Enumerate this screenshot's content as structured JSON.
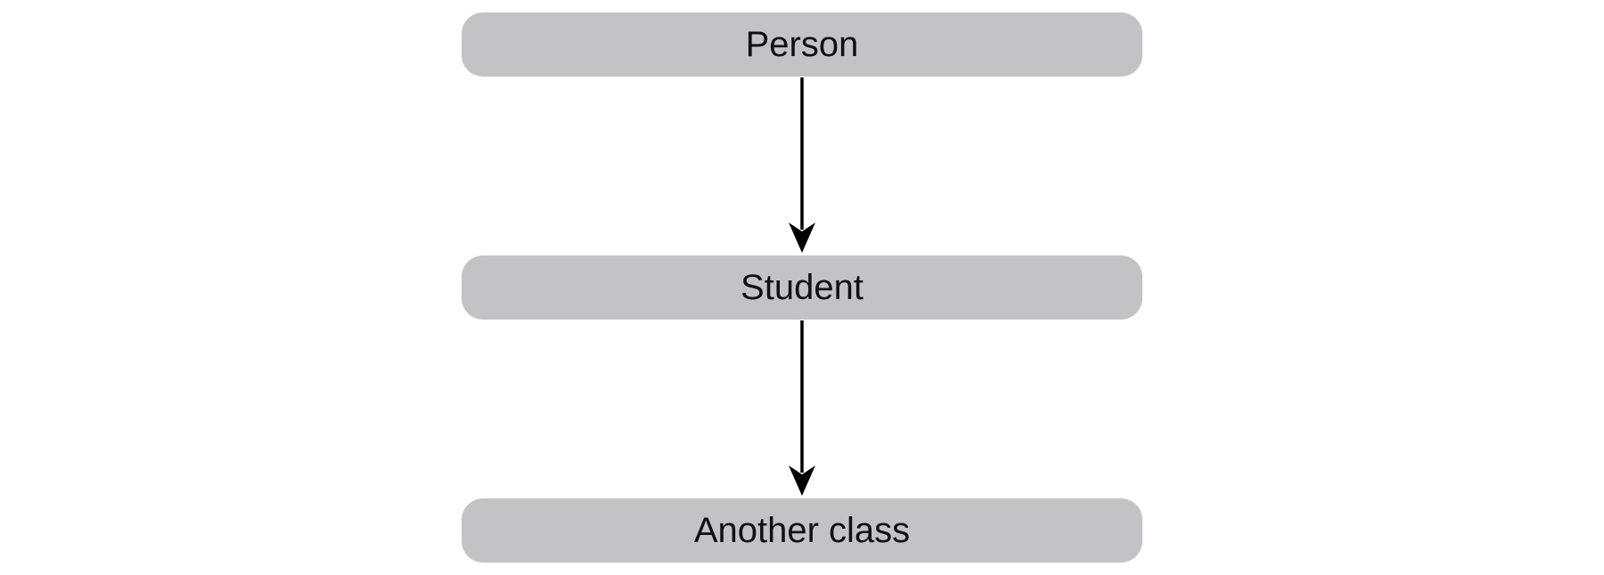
{
  "diagram": {
    "type": "class-hierarchy",
    "nodes": [
      {
        "id": "person",
        "label": "Person"
      },
      {
        "id": "student",
        "label": "Student"
      },
      {
        "id": "another_class",
        "label": "Another class"
      }
    ],
    "edges": [
      {
        "from": "person",
        "to": "student"
      },
      {
        "from": "student",
        "to": "another_class"
      }
    ],
    "colors": {
      "node_fill": "#c3c3c5",
      "text": "#111111",
      "arrow": "#000000"
    }
  }
}
